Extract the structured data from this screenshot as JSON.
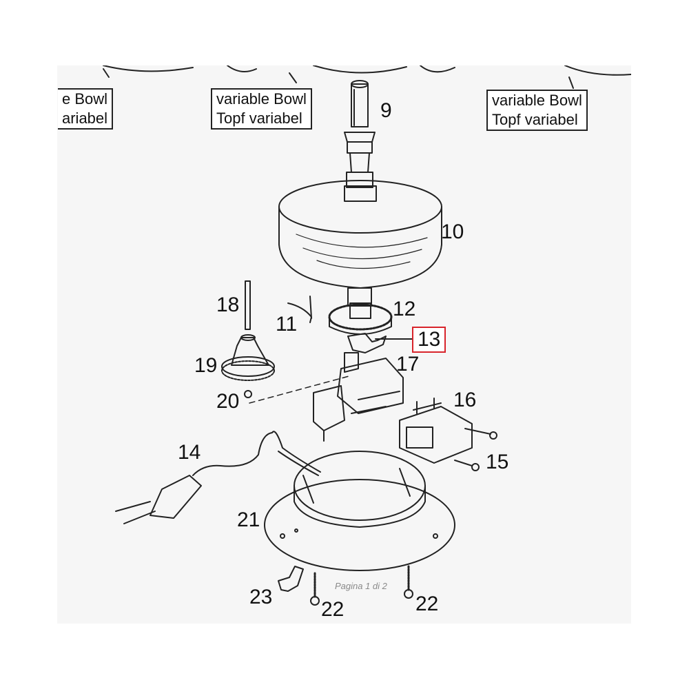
{
  "callouts": {
    "left": {
      "line1": "e Bowl",
      "line2": "ariabel"
    },
    "middle": {
      "line1": "variable Bowl",
      "line2": "Topf variabel"
    },
    "right": {
      "line1": "variable Bowl",
      "line2": "Topf variabel"
    }
  },
  "parts": {
    "p9": "9",
    "p10": "10",
    "p11": "11",
    "p12": "12",
    "p13": "13",
    "p14": "14",
    "p15": "15",
    "p16": "16",
    "p17": "17",
    "p18": "18",
    "p19": "19",
    "p20": "20",
    "p21": "21",
    "p22a": "22",
    "p22b": "22",
    "p23": "23"
  },
  "footer": {
    "page_label": "Pagina 1 di 2"
  },
  "colors": {
    "highlight": "#d8232a",
    "ink": "#222222",
    "paper": "#f6f6f6"
  }
}
